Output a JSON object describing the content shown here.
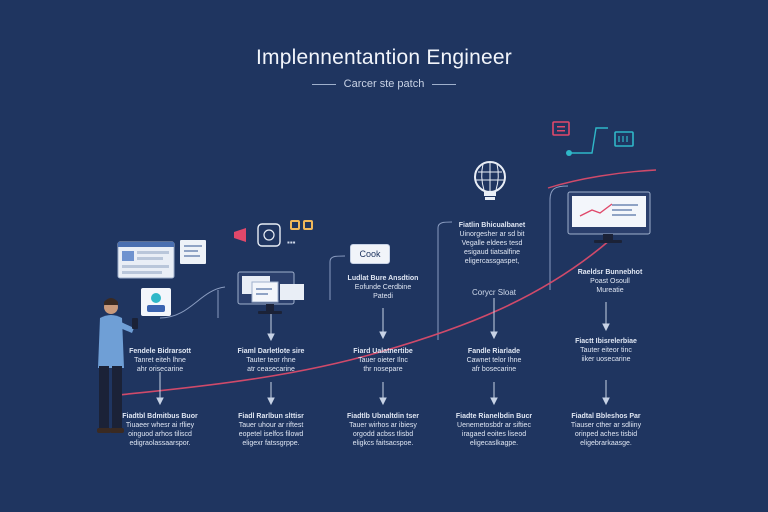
{
  "header": {
    "title": "Implennentantion Engineer",
    "subtitle": "Carcer ste patch"
  },
  "icons": {
    "cookbook_label": "Cook",
    "social_caption": "▪▪▪",
    "monitor_caption": "Corycr Sloat"
  },
  "top_labels": [
    {
      "title": "Fiatlin Bhicualbanet",
      "body": [
        "Uinorgesher ar sd bit",
        "Vegalle eldees tesd",
        "esigaud tiatsalfine",
        "eligercassgaspet,"
      ]
    },
    {
      "title": "Raeldsr Bunnebhot",
      "body": [
        "Poast Osoull",
        "Mureatie"
      ]
    },
    {
      "title": "Ludlat Bure Ansdtion",
      "body": [
        "Eofunde Cerdbine",
        "Patedi"
      ]
    }
  ],
  "mid_labels": [
    {
      "title": "Fendele Bidrarsott",
      "body": [
        "Tanret eiteh lhne",
        "ahr orisecarine"
      ]
    },
    {
      "title": "Fiaml Darletlote sire",
      "body": [
        "Tauter teor rhne",
        "atr ceasecarine"
      ]
    },
    {
      "title": "Fiard Ualatnertibe",
      "body": [
        "Tauer oieter Ilnc",
        "thr nosepare"
      ]
    },
    {
      "title": "Fandle Riarlade",
      "body": [
        "Cawnet telor Ihne",
        "afr bosecarine"
      ]
    },
    {
      "title": "Fiactt Ibisrelerbiae",
      "body": [
        "Tauter eiteor tinc",
        "iiker uosecarine"
      ]
    }
  ],
  "bottom_labels": [
    {
      "title": "Fiadtbl Bdmitbus Buor",
      "body": [
        "Tiuaeer whesr ai rfliey",
        "oinguod arhos tiliscd",
        "edigraolassaarspor."
      ]
    },
    {
      "title": "Fiadl Rarlbun slttisr",
      "body": [
        "Tauer uhour ar riftest",
        "eopetel iselfos filowd",
        "eligexr fatssgrppe."
      ]
    },
    {
      "title": "Fiadtlb Ubnaltdin tser",
      "body": [
        "Tauer wirhos ar ibiesy",
        "orgodd acbss tlisbd",
        "eligkcs faitsacspoe."
      ]
    },
    {
      "title": "Fiadte Rianelbdin Bucr",
      "body": [
        "Uenemetosbdr ar siftiec",
        "iragaed eoites liseod",
        "eligecaslkagpe."
      ]
    },
    {
      "title": "Fiadtal Bbleshos Par",
      "body": [
        "Tiauser cther ar sdliiny",
        "orinped aches tisbid",
        "eligebrarkaasge."
      ]
    }
  ],
  "colors": {
    "background": "#1f3560",
    "path_line": "#d04a6a",
    "connector": "#8a9cc0",
    "accent_teal": "#2fb7c8",
    "accent_pink": "#e0486a"
  }
}
